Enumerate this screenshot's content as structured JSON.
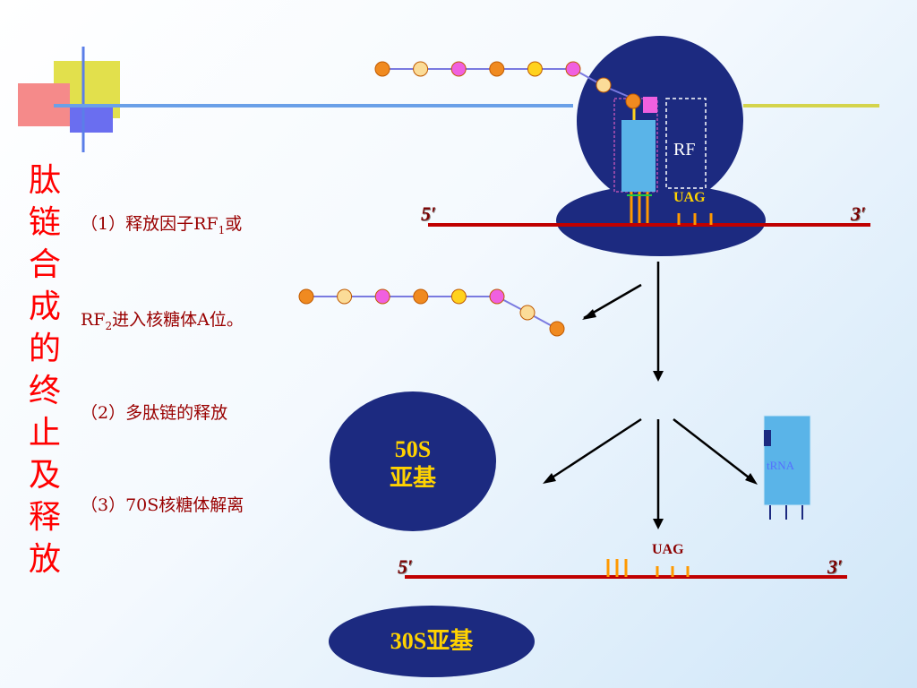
{
  "title_chars": [
    "肽",
    "链",
    "合",
    "成",
    "的",
    "终",
    "止",
    "及",
    "释",
    "放"
  ],
  "steps": {
    "step1_prefix": "（1）释放因子RF",
    "step1_sub": "1",
    "step1_suffix": "或",
    "step1b_prefix": "RF",
    "step1b_sub": "2",
    "step1b_suffix": "进入核糖体A位。",
    "step2": "（2）多肽链的释放",
    "step3": "（3）70S核糖体解离"
  },
  "labels": {
    "rf": "RF",
    "uag_top": "UAG",
    "uag_bottom": "UAG",
    "five_prime_top": "5′",
    "three_prime_top": "3′",
    "five_prime_bottom": "5′",
    "three_prime_bottom": "3′",
    "subunit_50s_line1": "50S",
    "subunit_50s_line2": "亚基",
    "subunit_30s": "30S亚基",
    "trna": "tRNA"
  },
  "colors": {
    "title": "#ff0000",
    "step_text": "#990000",
    "ribosome": "#1c2a80",
    "mrna": "#c00000",
    "amino_orange": "#f08a20",
    "amino_pale": "#fbdc98",
    "amino_pink": "#f060e0",
    "amino_yellow": "#ffd21e",
    "trna": "#5ab4e8",
    "codon_tick": "#ff9900"
  },
  "peptide_top_colors": [
    "orange",
    "pale",
    "pink",
    "orange",
    "yellow",
    "pink",
    "pale",
    "orange"
  ],
  "peptide_mid_colors": [
    "orange",
    "pale",
    "pink",
    "orange",
    "yellow",
    "pink",
    "pale",
    "orange"
  ]
}
